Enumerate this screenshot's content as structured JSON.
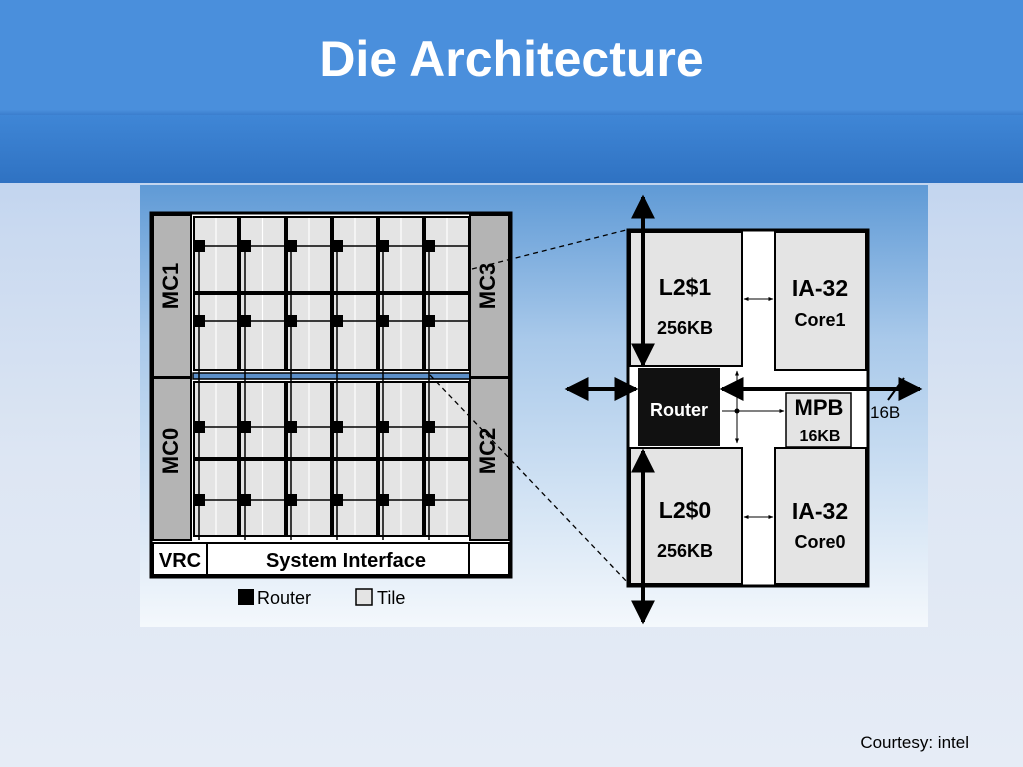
{
  "slide": {
    "title": "Die Architecture",
    "courtesy": "Courtesy: intel"
  },
  "die": {
    "memory_controllers": [
      "MC1",
      "MC3",
      "MC0",
      "MC2"
    ],
    "vrc_label": "VRC",
    "system_interface_label": "System Interface",
    "legend": {
      "router": "Router",
      "tile": "Tile"
    }
  },
  "tile": {
    "l2_top": {
      "name": "L2$1",
      "size": "256KB"
    },
    "core_top": {
      "name": "IA-32",
      "sub": "Core1"
    },
    "router": "Router",
    "mpb": {
      "name": "MPB",
      "size": "16KB"
    },
    "link_width": "16B",
    "l2_bottom": {
      "name": "L2$0",
      "size": "256KB"
    },
    "core_bottom": {
      "name": "IA-32",
      "sub": "Core0"
    }
  },
  "colors": {
    "header": "#4a8fdc",
    "panel": "#e4e4e4",
    "router": "#111111",
    "mc": "#b4b4b4"
  }
}
